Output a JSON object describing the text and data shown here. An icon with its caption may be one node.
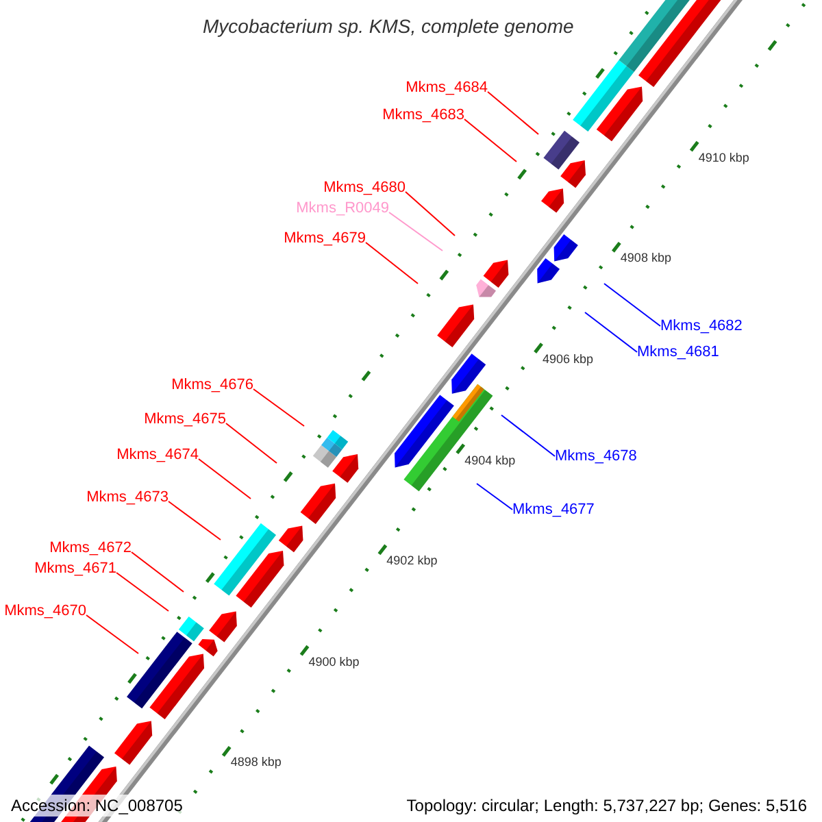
{
  "diagram": {
    "title": "Mycobacterium sp. KMS, complete genome",
    "nodes": [
      {
        "text": [
          "Mkms_4684"
        ]
      },
      {
        "text": [
          "Mkms_4683"
        ]
      },
      {
        "text": [
          "Mkms_4680"
        ]
      },
      {
        "text": [
          "Mkms_R0049"
        ]
      },
      {
        "text": [
          "Mkms_4679"
        ]
      },
      {
        "text": [
          "Mkms_4682"
        ]
      },
      {
        "text": [
          "Mkms_4681"
        ]
      },
      {
        "text": [
          "Mkms_4676"
        ]
      },
      {
        "text": [
          "Mkms_4675"
        ]
      },
      {
        "text": [
          "Mkms_4674"
        ]
      },
      {
        "text": [
          "Mkms_4678"
        ]
      },
      {
        "text": [
          "Mkms_4673"
        ]
      },
      {
        "text": [
          "Mkms_4677"
        ]
      },
      {
        "text": [
          "Mkms_4672"
        ]
      },
      {
        "text": [
          "Mkms_4671"
        ]
      },
      {
        "text": [
          "Mkms_4670"
        ]
      }
    ],
    "edges": [
      {
        "from": 0,
        "to": null,
        "arrow": "none"
      },
      {
        "from": 1,
        "to": null,
        "arrow": "none"
      },
      {
        "from": 2,
        "to": null,
        "arrow": "none"
      },
      {
        "from": 3,
        "to": null,
        "arrow": "none",
        "color": "#ff99cc"
      },
      {
        "from": 4,
        "to": null,
        "arrow": "none"
      },
      {
        "from": 5,
        "to": null,
        "arrow": "none",
        "color": "#0000ff"
      },
      {
        "from": 6,
        "to": null,
        "arrow": "none",
        "color": "#0000ff"
      },
      {
        "from": 7,
        "to": null,
        "arrow": "none"
      },
      {
        "from": 8,
        "to": null,
        "arrow": "none"
      },
      {
        "from": 9,
        "to": null,
        "arrow": "none"
      },
      {
        "from": 10,
        "to": null,
        "arrow": "none",
        "color": "#0000ff"
      },
      {
        "from": 11,
        "to": null,
        "arrow": "none"
      },
      {
        "from": 12,
        "to": null,
        "arrow": "none",
        "color": "#0000ff"
      },
      {
        "from": 13,
        "to": null,
        "arrow": "none"
      },
      {
        "from": 14,
        "to": null,
        "arrow": "none"
      },
      {
        "from": 15,
        "to": null,
        "arrow": "none"
      }
    ],
    "labels": [
      "4910 kbp",
      "4908 kbp",
      "4906 kbp",
      "4904 kbp",
      "4902 kbp",
      "4900 kbp",
      "4898 kbp",
      "Accession: NC_008705",
      "Topology: circular; Length: 5,737,227 bp; Genes: 5,516"
    ]
  }
}
